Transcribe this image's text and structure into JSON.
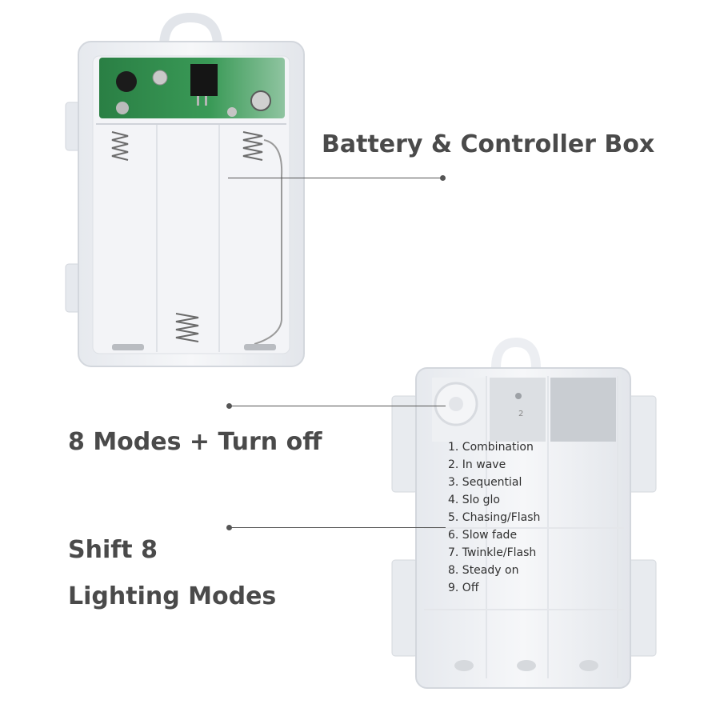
{
  "labels": {
    "battery_box": "Battery & Controller Box",
    "modes_turn_off": "8 Modes + Turn off",
    "shift_line1": "Shift 8",
    "shift_line2": "Lighting Modes"
  },
  "modes": [
    "1. Combination",
    "2. In wave",
    "3. Sequential",
    "4. Slo glo",
    "5. Chasing/Flash",
    "6. Slow fade",
    "7. Twinkle/Flash",
    "8. Steady on",
    "9. Off"
  ],
  "box_marks": {
    "slot_number": "2"
  },
  "colors": {
    "label_text": "#4a4a4a",
    "box_plastic": "#eef0f3",
    "pcb_green": "#2e8a4a"
  }
}
